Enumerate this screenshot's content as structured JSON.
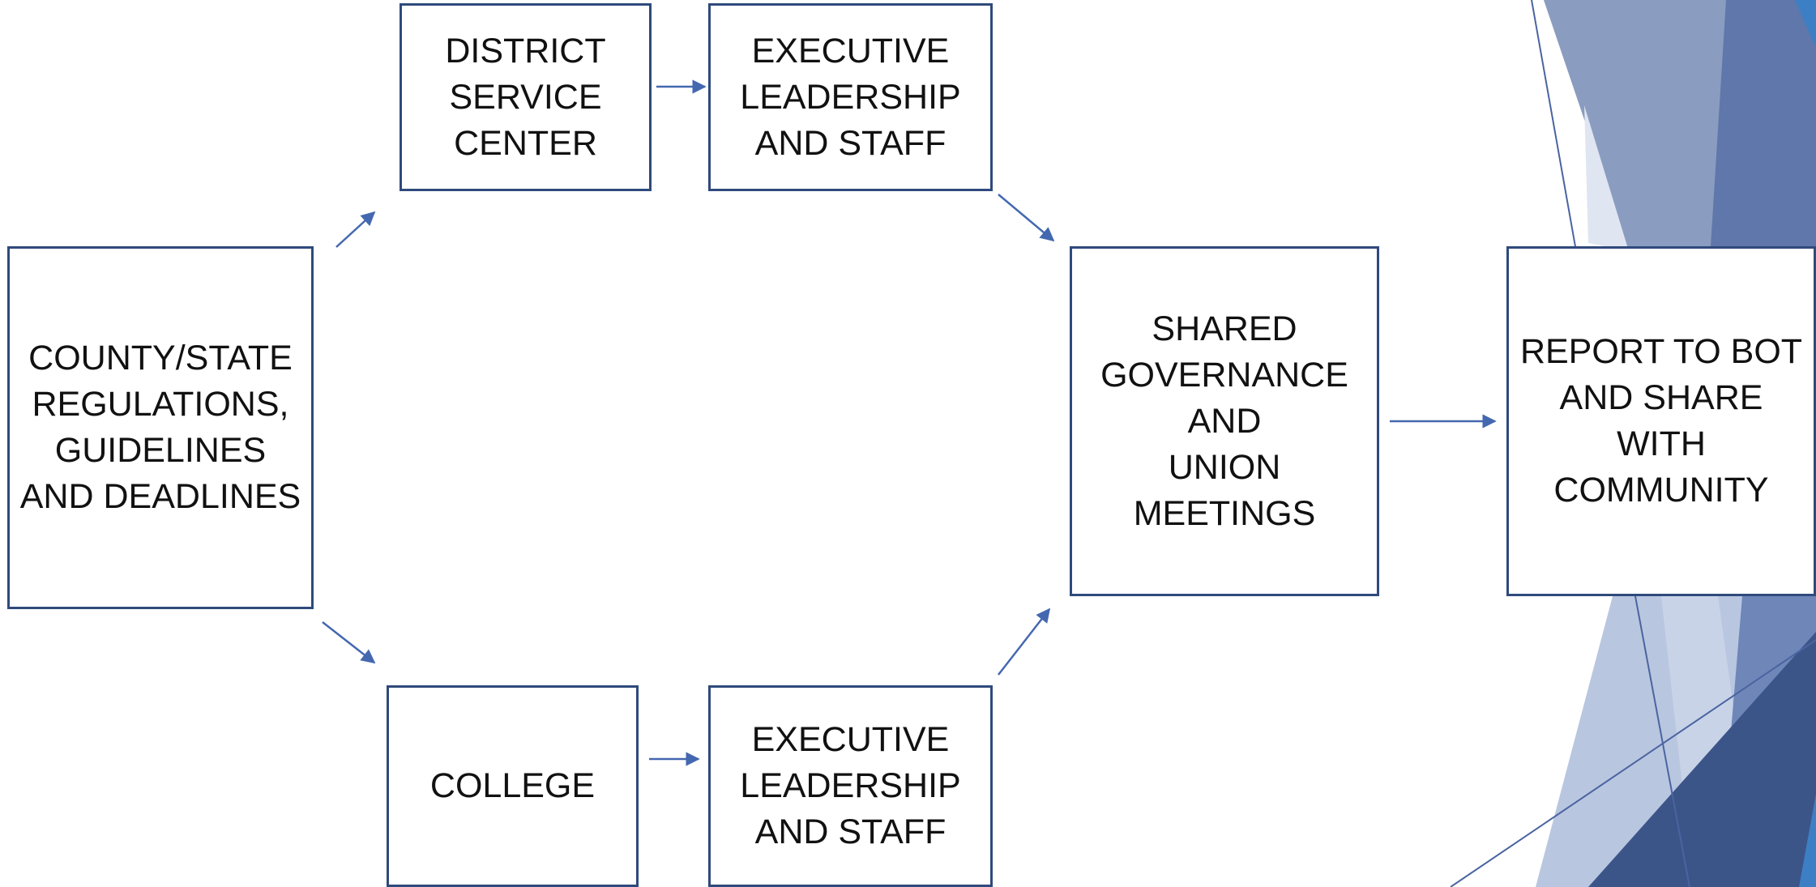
{
  "diagram": {
    "nodes": {
      "county": "COUNTY/STATE\nREGULATIONS,\nGUIDELINES\nAND DEADLINES",
      "district": "DISTRICT\nSERVICE\nCENTER",
      "exec_top": "EXECUTIVE\nLEADERSHIP\nAND STAFF",
      "college": "COLLEGE",
      "exec_bottom": "EXECUTIVE\nLEADERSHIP\nAND STAFF",
      "shared": "SHARED\nGOVERNANCE\nAND\nUNION\nMEETINGS",
      "report": "REPORT TO BOT\nAND SHARE\nWITH\nCOMMUNITY"
    },
    "edges": [
      {
        "from": "county",
        "to": "district"
      },
      {
        "from": "county",
        "to": "college"
      },
      {
        "from": "district",
        "to": "exec_top"
      },
      {
        "from": "college",
        "to": "exec_bottom"
      },
      {
        "from": "exec_top",
        "to": "shared"
      },
      {
        "from": "exec_bottom",
        "to": "shared"
      },
      {
        "from": "shared",
        "to": "report"
      }
    ]
  },
  "colors": {
    "box_border": "#2f4a7c",
    "arrow": "#4468b0",
    "decor_dark": "#3c5589",
    "decor_mid": "#6e86b8",
    "decor_light": "#b9c6e0",
    "decor_accent": "#3d7fc4"
  }
}
